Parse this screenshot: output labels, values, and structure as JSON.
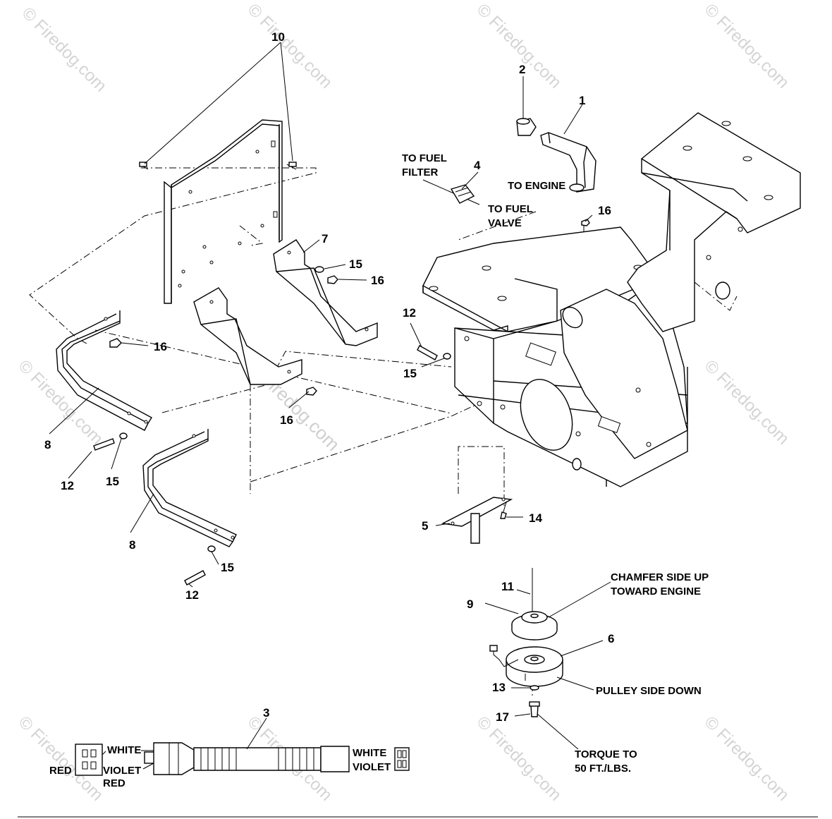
{
  "watermark": {
    "brand": "Firedog.com",
    "symbol": "©",
    "center_text": "© Firedog.com"
  },
  "callouts": {
    "c1": "1",
    "c2": "2",
    "c3": "3",
    "c4": "4",
    "c5": "5",
    "c6": "6",
    "c7": "7",
    "c8a": "8",
    "c8b": "8",
    "c9": "9",
    "c10": "10",
    "c11": "11",
    "c12a": "12",
    "c12b": "12",
    "c12c": "12",
    "c13": "13",
    "c14": "14",
    "c15a": "15",
    "c15b": "15",
    "c15c": "15",
    "c15d": "15",
    "c16a": "16",
    "c16b": "16",
    "c16c": "16",
    "c16d": "16",
    "c17": "17"
  },
  "notes": {
    "to_fuel_filter_1": "TO FUEL",
    "to_fuel_filter_2": "FILTER",
    "to_engine": "TO ENGINE",
    "to_fuel_valve_1": "TO FUEL",
    "to_fuel_valve_2": "VALVE",
    "chamfer_1": "CHAMFER SIDE UP",
    "chamfer_2": "TOWARD ENGINE",
    "pulley_side": "PULLEY SIDE DOWN",
    "torque_1": "TORQUE TO",
    "torque_2": "50 FT./LBS.",
    "wire_white_left": "WHITE",
    "wire_red": "RED",
    "wire_violet_left": "VIOLET",
    "wire_red_2": "RED",
    "wire_white_right": "WHITE",
    "wire_violet_right": "VIOLET"
  },
  "icons": [
    "copyright-symbol"
  ]
}
